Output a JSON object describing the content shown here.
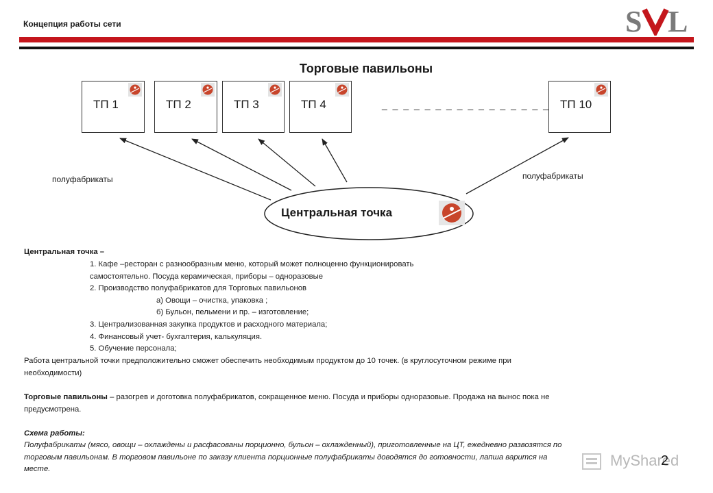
{
  "header": {
    "title": "Концепция работы сети",
    "logo_text": "SVL",
    "accent_color": "#c4161c"
  },
  "section_title": "Торговые павильоны",
  "pavilions": [
    {
      "label": "ТП 1"
    },
    {
      "label": "ТП 2"
    },
    {
      "label": "ТП 3"
    },
    {
      "label": "ТП 4"
    },
    {
      "label": "ТП 10"
    }
  ],
  "gap_marker": "_ _ _ _ _ _ _ _ _ _ _ _ _ _ _ _ _ _",
  "arrow_labels": {
    "left": "полуфабрикаты",
    "right": "полуфабрикаты"
  },
  "central": {
    "label": "Центральная точка"
  },
  "body": {
    "central_heading": "Центральная точка –",
    "lines": [
      "1. Кафе –ресторан с разнообразным меню, который может полноценно функционировать",
      "самостоятельно. Посуда керамическая, приборы – одноразовые",
      "2. Производство полуфабрикатов для Торговых павильонов",
      "а) Овощи – очистка, упаковка ;",
      "б) Бульон, пельмени и пр. – изготовление;",
      "3. Централизованная закупка продуктов и расходного материала;",
      "4. Финансовый учет- бухгалтерия, калькуляция.",
      "5. Обучение персонала;"
    ],
    "capacity_1": "Работа центральной точки предположительно сможет обеспечить необходимым продуктом до 10 точек. (в круглосуточном режиме при",
    "capacity_2": "необходимости)",
    "pavilions_heading": "Торговые павильоны",
    "pavilions_text_1": " – разогрев и доготовка полуфабрикатов, сокращенное меню. Посуда и приборы одноразовые. Продажа на вынос пока не",
    "pavilions_text_2": "предусмотрена.",
    "scheme_heading": "Схема работы:",
    "scheme_1": "Полуфабрикаты (мясо, овощи – охлаждены и расфасованы порционно, бульон – охлажденный), приготовленные на ЦТ, ежедневно развозятся по",
    "scheme_2": "торговым павильонам. В торговом павильоне по заказу клиента порционные полуфабрикаты доводятся до готовности, лапша варится на",
    "scheme_3": "месте."
  },
  "page_number": "2",
  "watermark": "MyShared"
}
